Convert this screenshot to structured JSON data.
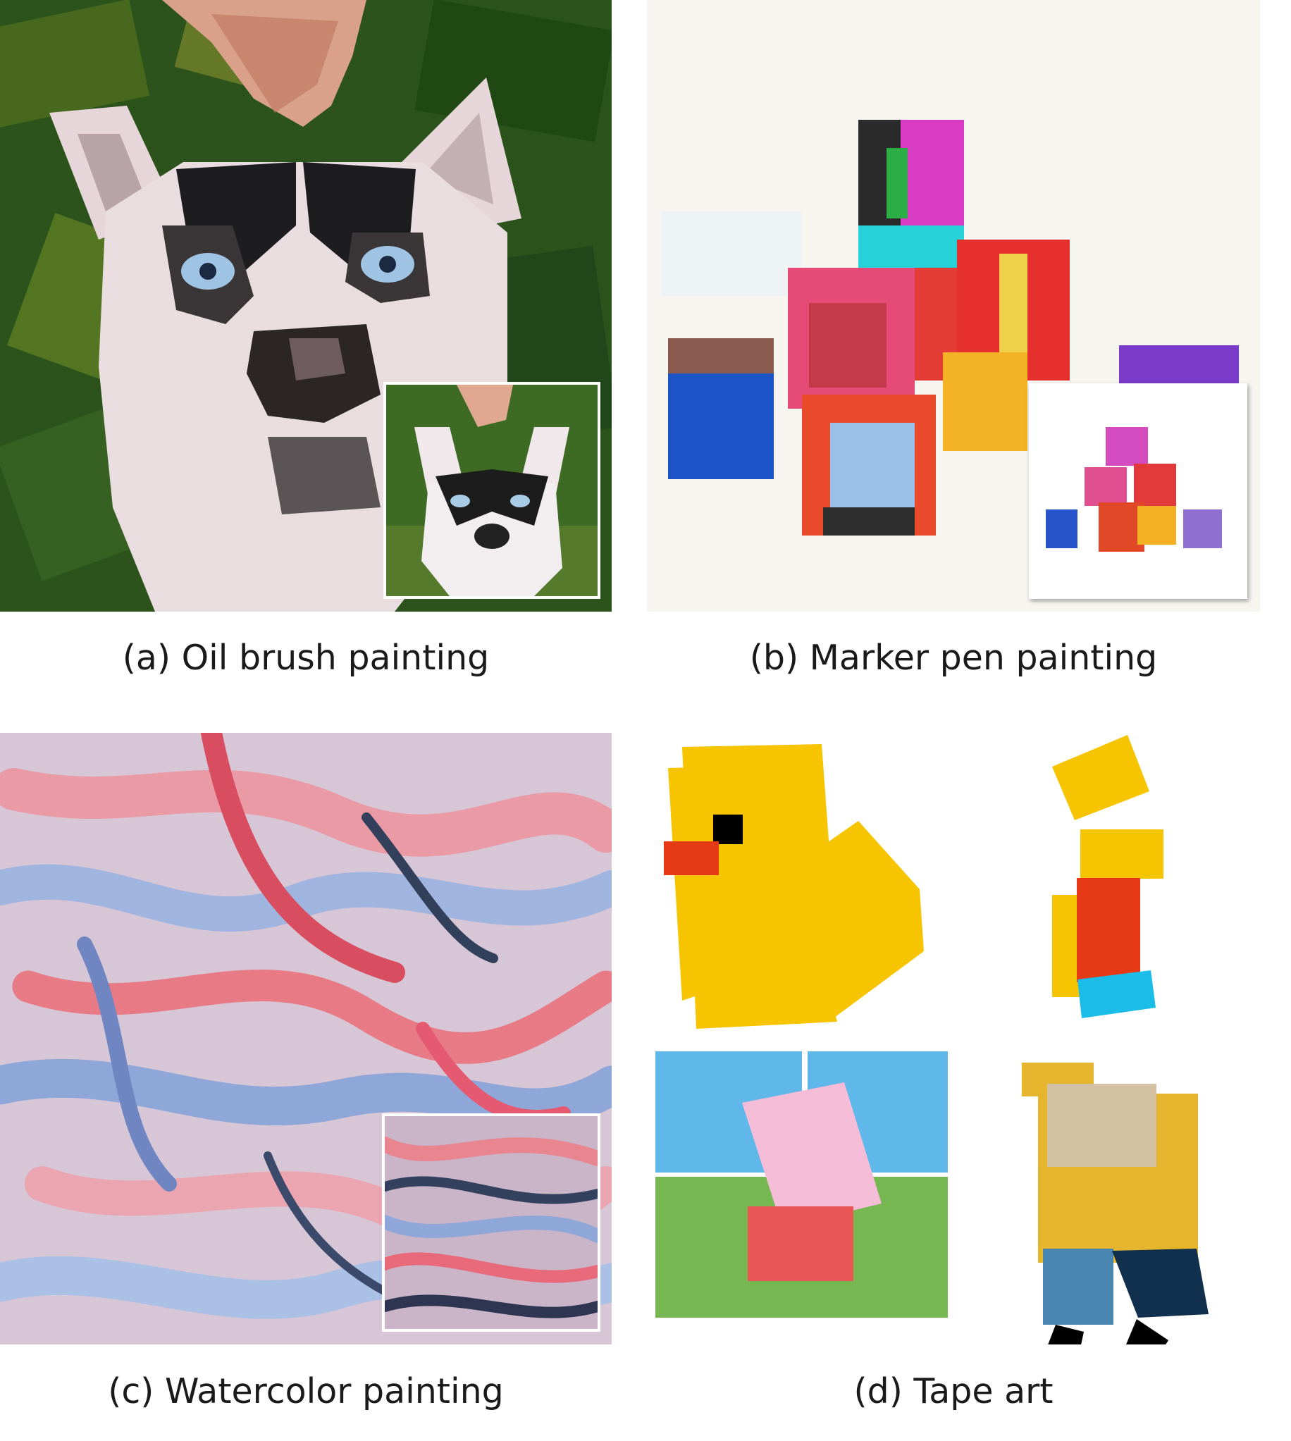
{
  "panels": [
    {
      "id": "a",
      "caption": "(a) Oil brush painting"
    },
    {
      "id": "b",
      "caption": "(b) Marker pen painting"
    },
    {
      "id": "c",
      "caption": "(c) Watercolor painting"
    },
    {
      "id": "d",
      "caption": "(d) Tape art"
    }
  ],
  "colors": {
    "oil_green": "#2f5a1e",
    "oil_fur": "#e9dde0",
    "marker_bg": "#f7f5f0",
    "water_pink": "#e99aa5",
    "water_blue": "#9fb4de",
    "tape_yellow": "#f6c400",
    "tape_red": "#e63a17",
    "tape_cyan": "#19bde8",
    "tape_sky": "#5fb7ea",
    "tape_green": "#77b752",
    "tape_pink": "#f4bcd7",
    "tape_coral": "#e85555",
    "tape_mustard": "#e6b52e",
    "tape_beige": "#d4c0a2",
    "tape_steel": "#4a86b2",
    "tape_navy": "#10304e"
  }
}
